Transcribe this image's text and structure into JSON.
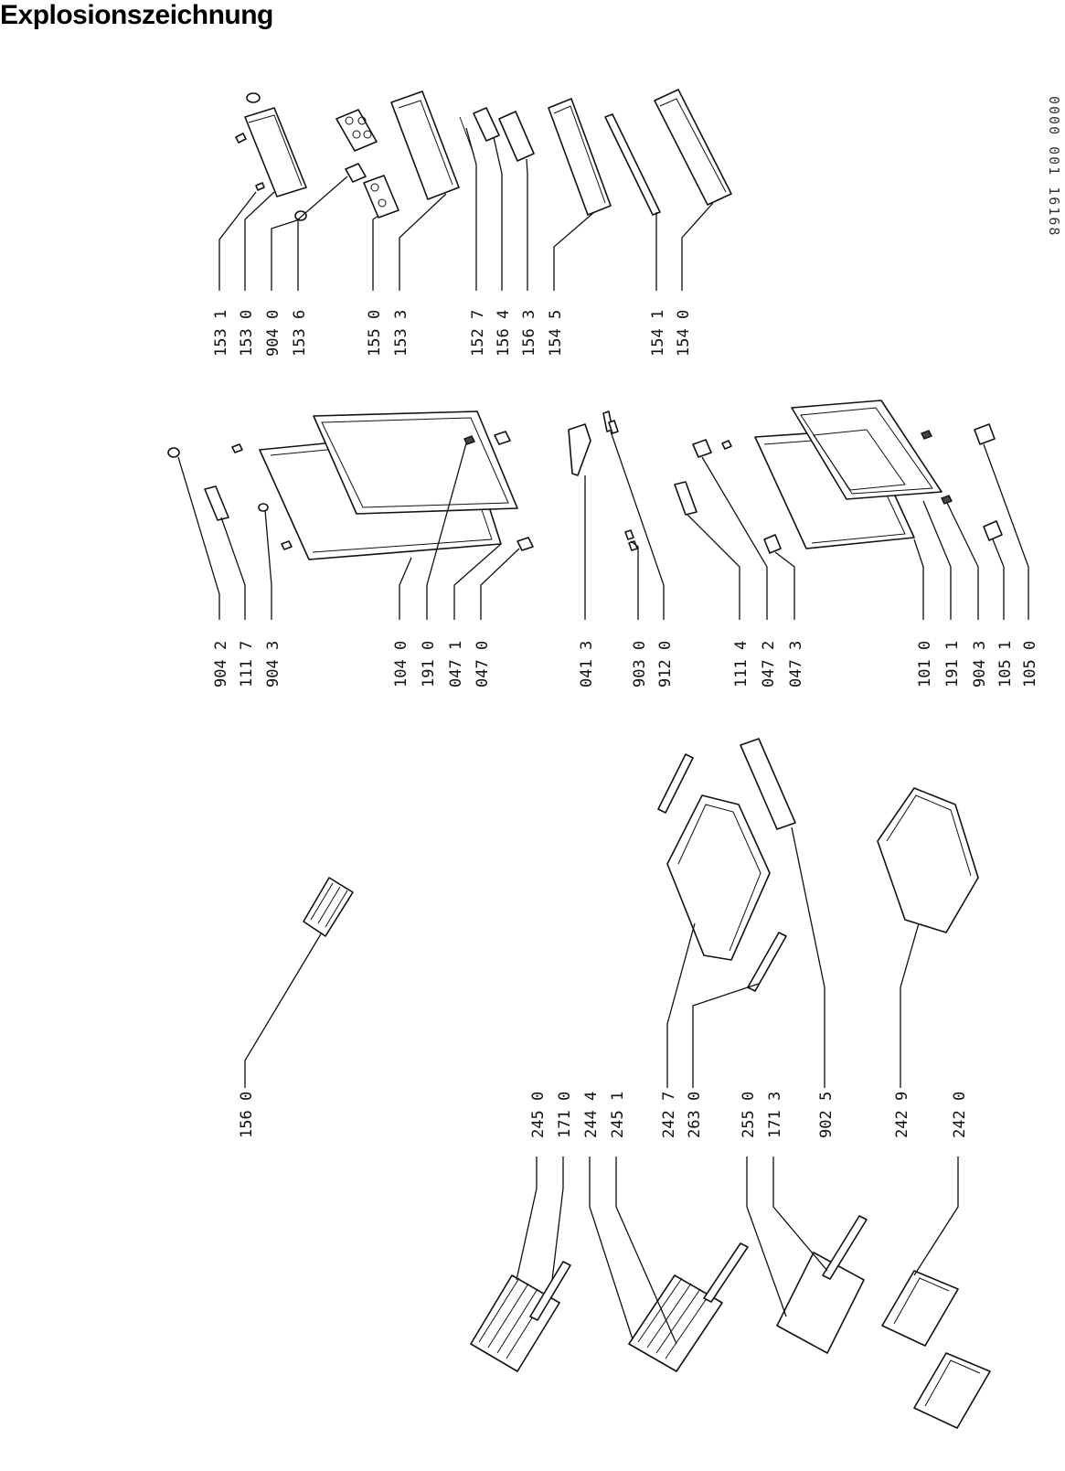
{
  "title": "Explosionszeichnung",
  "document_code": "0000 001 16168",
  "part_labels": [
    "153 1",
    "153 0",
    "904 0",
    "153 6",
    "155 0",
    "153 3",
    "152 7",
    "156 4",
    "156 3",
    "154 5",
    "154 1",
    "154 0",
    "904 2",
    "111 7",
    "904 3",
    "104 0",
    "191 0",
    "047 1",
    "047 0",
    "041 3",
    "903 0",
    "912 0",
    "111 4",
    "047 2",
    "047 3",
    "101 0",
    "191 1",
    "904 3",
    "105 1",
    "105 0",
    "156 0",
    "245 0",
    "171 0",
    "244 4",
    "245 1",
    "242 7",
    "263 0",
    "255 0",
    "171 3",
    "902 5",
    "242 9",
    "242 0"
  ]
}
